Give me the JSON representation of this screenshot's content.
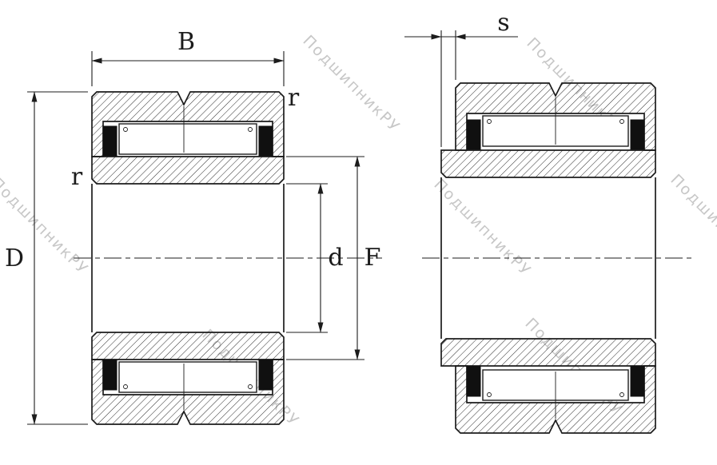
{
  "watermark_text": "ПодшипникРУ",
  "dimensions": {
    "width_label": "B",
    "offset_label": "s",
    "outer_diameter_label": "D",
    "bore_diameter_label": "d",
    "raceway_diameter_label": "F",
    "corner_radius_label": "r"
  },
  "colors": {
    "line": "#1c1c1c",
    "hatch": "#2e2e2e",
    "watermark": "#c1c1c1",
    "background": "#ffffff"
  }
}
